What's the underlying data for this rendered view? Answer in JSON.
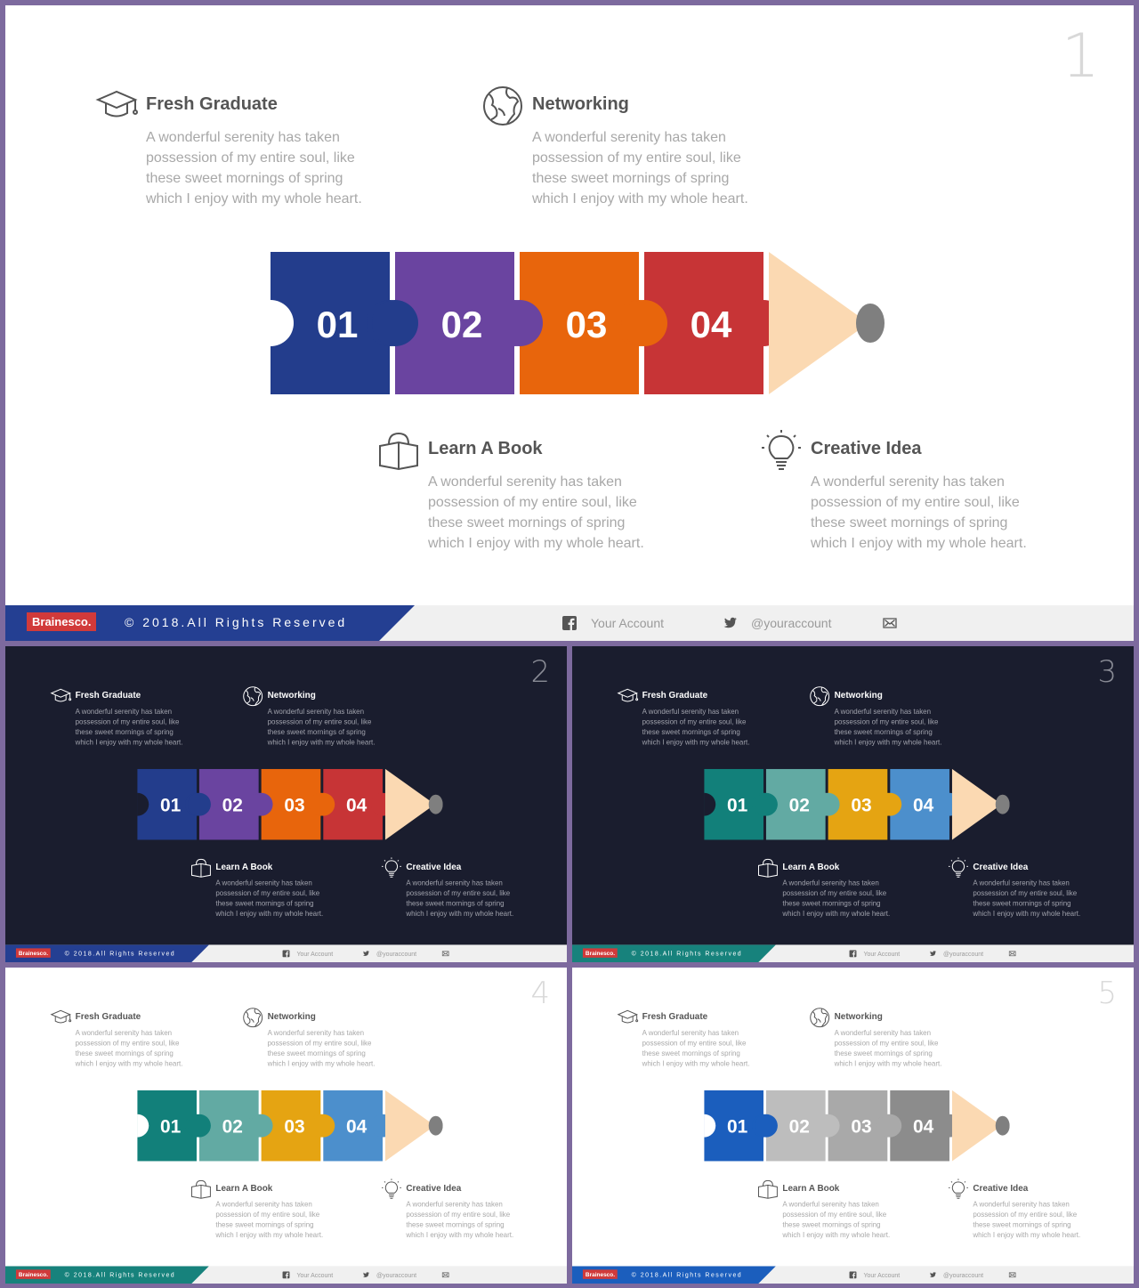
{
  "slides": [
    {
      "number": "1",
      "theme": "light",
      "colors": [
        "#233d8c",
        "#6a44a0",
        "#e8650c",
        "#c73436"
      ],
      "active": [
        true,
        true,
        true,
        true
      ],
      "footer_color": "#243f92"
    },
    {
      "number": "2",
      "theme": "dark",
      "colors": [
        "#233d8c",
        "#6a44a0",
        "#e8650c",
        "#c73436"
      ],
      "active": [
        true,
        true,
        true,
        true
      ],
      "footer_color": "#243f92"
    },
    {
      "number": "3",
      "theme": "dark",
      "colors": [
        "#12807a",
        "#62aaa3",
        "#e5a412",
        "#4c8fcc"
      ],
      "active": [
        true,
        true,
        true,
        true
      ],
      "footer_color": "#17827c"
    },
    {
      "number": "4",
      "theme": "light",
      "colors": [
        "#12807a",
        "#62aaa3",
        "#e5a412",
        "#4c8fcc"
      ],
      "active": [
        true,
        true,
        true,
        true
      ],
      "footer_color": "#17827c"
    },
    {
      "number": "5",
      "theme": "light",
      "colors": [
        "#1b5ebd",
        "#bdbdbd",
        "#a9a9a9",
        "#8c8c8c"
      ],
      "active": [
        true,
        false,
        false,
        false
      ],
      "footer_color": "#1b5ebd"
    }
  ],
  "features": {
    "fresh_graduate": {
      "title": "Fresh Graduate",
      "icon": "graduation-cap-icon",
      "text": "A wonderful serenity has taken possession of my entire soul, like these sweet mornings of spring which I enjoy with my whole heart."
    },
    "networking": {
      "title": "Networking",
      "icon": "globe-icon",
      "text": "A wonderful serenity has taken possession of my entire soul, like these sweet mornings of spring which I enjoy with my whole heart."
    },
    "learn_book": {
      "title": "Learn A Book",
      "icon": "book-icon",
      "text": "A wonderful serenity has taken possession of my entire soul, like these sweet mornings of spring which I enjoy with my whole heart."
    },
    "creative_idea": {
      "title": "Creative Idea",
      "icon": "lightbulb-icon",
      "text": "A wonderful serenity has taken possession of my entire soul, like these sweet mornings of spring which I enjoy with my whole heart."
    }
  },
  "pieces": [
    "01",
    "02",
    "03",
    "04"
  ],
  "pencil": {
    "wood_color": "#fbd9b2",
    "tip_color": "#7f7f7f"
  },
  "footer": {
    "brand": "Brainesco.",
    "copyright": "© 2018.All Rights Reserved",
    "facebook_label": "Your Account",
    "facebook_icon": "facebook-icon",
    "twitter_label": "@youraccount",
    "twitter_icon": "twitter-icon",
    "mail_icon": "mail-icon"
  }
}
